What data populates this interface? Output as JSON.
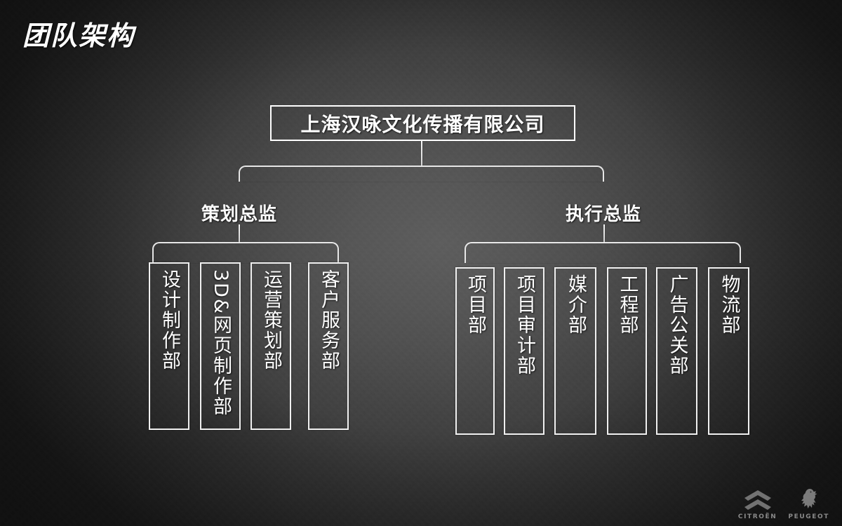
{
  "slide": {
    "title": "团队架构",
    "background_color": "#3d3d3d",
    "line_color": "#f0f0f0",
    "text_color": "#ffffff"
  },
  "org_chart": {
    "root": {
      "label": "上海汉咏文化传播有限公司"
    },
    "branches": [
      {
        "id": "planning",
        "label": "策划总监",
        "departments": [
          {
            "label": "设计制作部"
          },
          {
            "label": "3D&网页制作部"
          },
          {
            "label": "运营策划部"
          },
          {
            "label": "客户服务部"
          }
        ]
      },
      {
        "id": "execution",
        "label": "执行总监",
        "departments": [
          {
            "label": "项目部"
          },
          {
            "label": "项目审计部"
          },
          {
            "label": "媒介部"
          },
          {
            "label": "工程部"
          },
          {
            "label": "广告公关部"
          },
          {
            "label": "物流部"
          }
        ]
      }
    ]
  },
  "logos": [
    {
      "name": "citroen-logo",
      "word": "CITROËN"
    },
    {
      "name": "peugeot-logo",
      "word": "PEUGEOT"
    }
  ]
}
